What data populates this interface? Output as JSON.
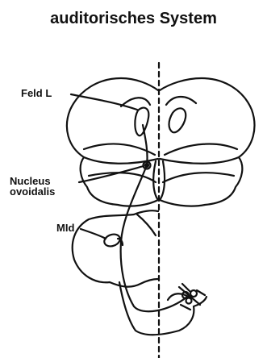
{
  "title": "auditorisches System",
  "labels": {
    "feld_l": "Feld L",
    "nucleus_line1": "Nucleus",
    "nucleus_line2": "ovoidalis",
    "mld": "MId"
  },
  "colors": {
    "ink": "#111111",
    "background": "#ffffff"
  }
}
